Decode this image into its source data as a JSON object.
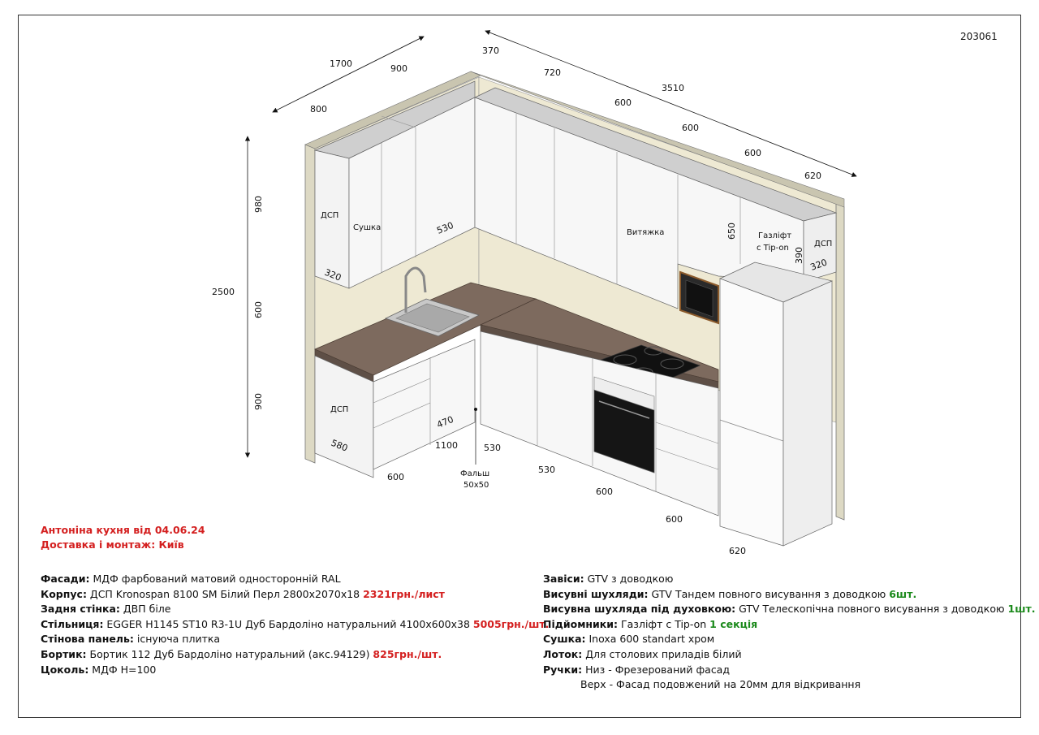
{
  "order_number": "203061",
  "title": "Антоніна кухня від 04.06.24",
  "delivery": "Доставка і монтаж: Київ",
  "dimensions": {
    "left_total": "1700",
    "left_upper": "900",
    "left_depth": "800",
    "right_total": "3510",
    "right_depth_top": "370",
    "top_720": "720",
    "top_600a": "600",
    "top_600b": "600",
    "top_600c": "600",
    "top_620": "620",
    "height_total": "2500",
    "height_upper": "980",
    "height_mid": "600",
    "height_lower": "900",
    "bottom_600a": "600",
    "bottom_1100": "1100",
    "bottom_530a": "530",
    "bottom_530b": "530",
    "bottom_600b": "600",
    "bottom_600c": "600",
    "bottom_620": "620",
    "wall_depth_530": "530",
    "wall_320a": "320",
    "wall_320b": "320",
    "gas_650": "650",
    "gas_390": "390",
    "base_470": "470",
    "base_580": "580"
  },
  "labels": {
    "dsp_upper_left": "ДСП",
    "dryer": "Сушка",
    "hood": "Витяжка",
    "gaslift": "Газліфт",
    "tipon": "с Tip-on",
    "dsp_upper_right": "ДСП",
    "dsp_lower": "ДСП",
    "falsh": "Фальш",
    "falsh_size": "50x50"
  },
  "specs_left": [
    {
      "key": "Фасади:",
      "value": " МДФ фарбований матовий односторонній RAL",
      "price": ""
    },
    {
      "key": "Корпус:",
      "value": " ДСП Kronospan 8100 SM Білий Перл 2800х2070х18 ",
      "price": "2321грн./лист"
    },
    {
      "key": "Задня стінка:",
      "value": " ДВП біле",
      "price": ""
    },
    {
      "key": "Стільниця:",
      "value": " EGGER H1145 ST10 R3-1U Дуб Бардоліно натуральний 4100х600х38 ",
      "price": "5005грн./шт."
    },
    {
      "key": "Стінова панель:",
      "value": " існуюча плитка",
      "price": ""
    },
    {
      "key": "Бортик:",
      "value": " Бортик 112 Дуб Бардоліно натуральний (акс.94129) ",
      "price": "825грн./шт."
    },
    {
      "key": "Цоколь:",
      "value": " МДФ H=100",
      "price": ""
    }
  ],
  "specs_right": [
    {
      "key": "Завіси:",
      "value": " GTV з доводкою",
      "qty": ""
    },
    {
      "key": "Висувні шухляди:",
      "value": " GTV Тандем повного висування з доводкою ",
      "qty": "6шт."
    },
    {
      "key": "Висувна шухляда під духовкою:",
      "value": " GTV Телескопічна повного висування з доводкою ",
      "qty": "1шт."
    },
    {
      "key": "Підйомники:",
      "value": " Газліфт с Tip-on ",
      "qty": "1 секція"
    },
    {
      "key": "Сушка:",
      "value": " Inoxa 600 standart хром",
      "qty": ""
    },
    {
      "key": "Лоток:",
      "value": " Для столових приладів білий",
      "qty": ""
    },
    {
      "key": "Ручки:",
      "value": " Низ - Фрезерований фасад",
      "qty": ""
    }
  ],
  "handles_top": "Верх - Фасад подовжений на 20мм для відкривання"
}
